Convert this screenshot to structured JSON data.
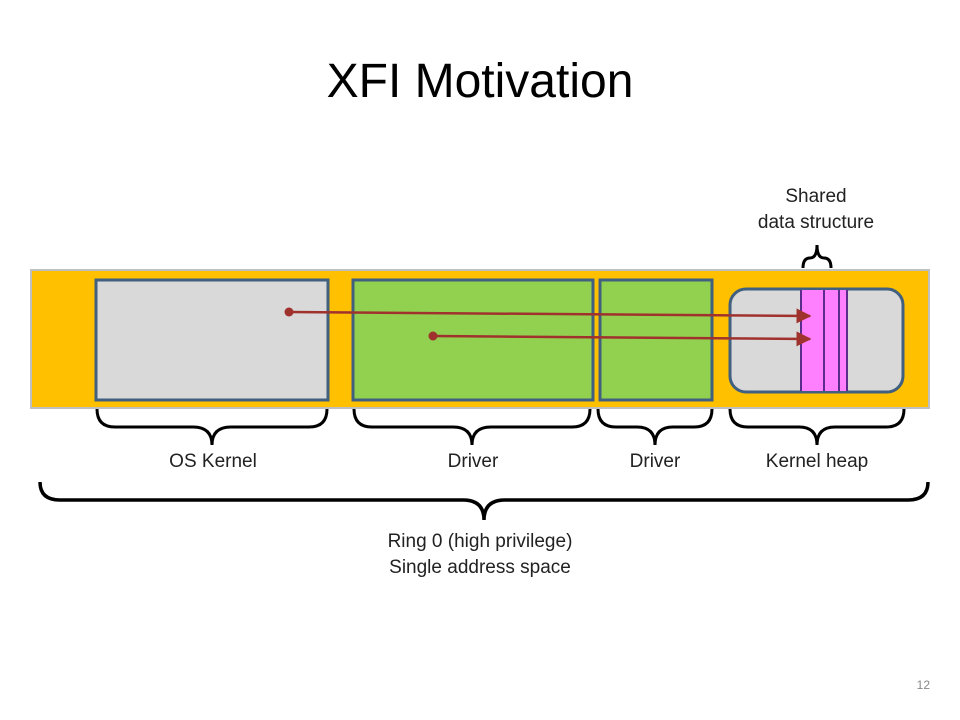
{
  "slide": {
    "title": "XFI Motivation",
    "page_number": "12"
  },
  "labels": {
    "shared_line1": "Shared",
    "shared_line2": "data structure",
    "os_kernel": "OS Kernel",
    "driver_1": "Driver",
    "driver_2": "Driver",
    "kernel_heap": "Kernel heap",
    "ring_line1": "Ring 0 (high privilege)",
    "ring_line2": "Single address space"
  },
  "colors": {
    "address_space": "#ffc000",
    "os_kernel_fill": "#d9d9d9",
    "driver_fill": "#92d050",
    "heap_fill": "#d9d9d9",
    "shared_fill": "#ff80ff",
    "shared_stripe": "#7030a0",
    "box_border": "#41607f",
    "arrow": "#a0322e",
    "brace": "#000000"
  }
}
